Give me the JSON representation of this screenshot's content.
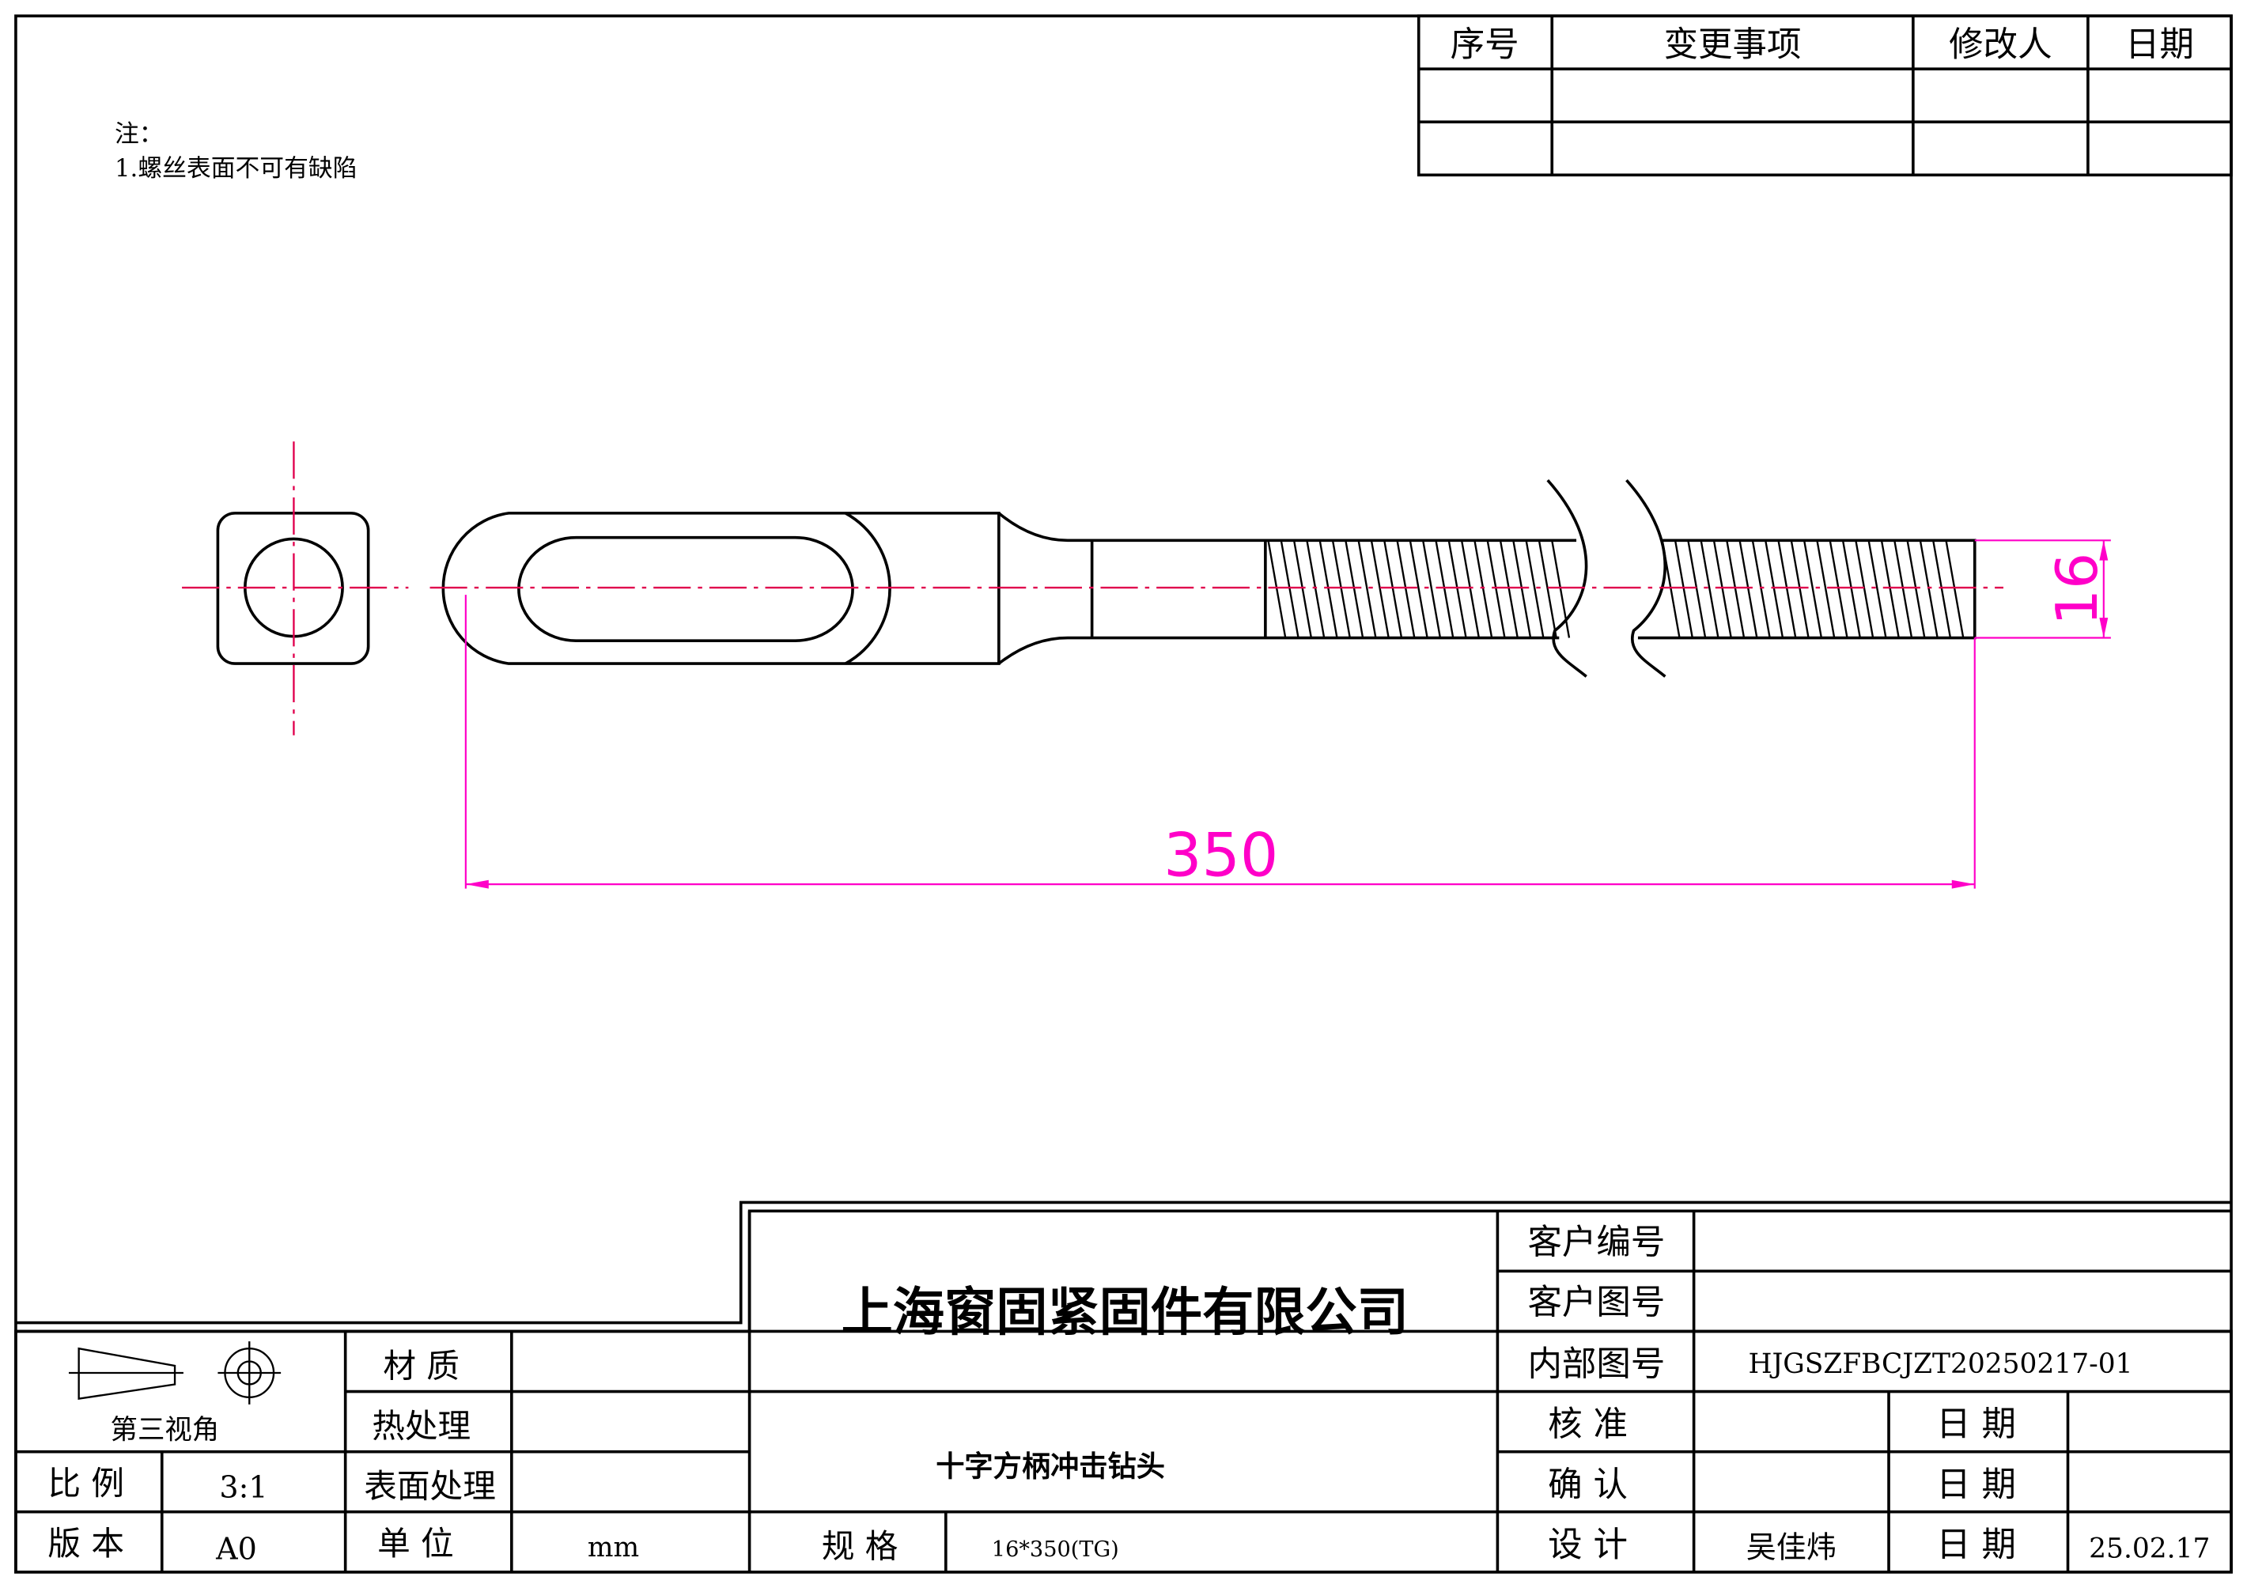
{
  "notes": {
    "title": "注：",
    "items": [
      "1.螺丝表面不可有缺陷"
    ]
  },
  "revision_table": {
    "headers": [
      "序号",
      "变更事项",
      "修改人",
      "日期"
    ]
  },
  "dimensions": {
    "length": "350",
    "diameter": "16"
  },
  "title_block": {
    "company": "上海窗固紧固件有限公司",
    "part_name": "十字方柄冲击钻头",
    "projection": "第三视角",
    "material_label": "材 质",
    "heat_label": "热处理",
    "surface_label": "表面处理",
    "scale_label": "比 例",
    "scale_value": "3:1",
    "version_label": "版 本",
    "version_value": "A0",
    "unit_label": "单 位",
    "unit_value": "mm",
    "spec_label": "规  格",
    "spec_value": "16*350(TG)",
    "customer_no_label": "客户编号",
    "customer_dwg_label": "客户图号",
    "internal_dwg_label": "内部图号",
    "internal_dwg_value": "HJGSZFBCJZT20250217-01",
    "check_label": "核  准",
    "confirm_label": "确  认",
    "design_label": "设  计",
    "designer": "吴佳炜",
    "date_label": "日 期",
    "design_date": "25.02.17"
  }
}
